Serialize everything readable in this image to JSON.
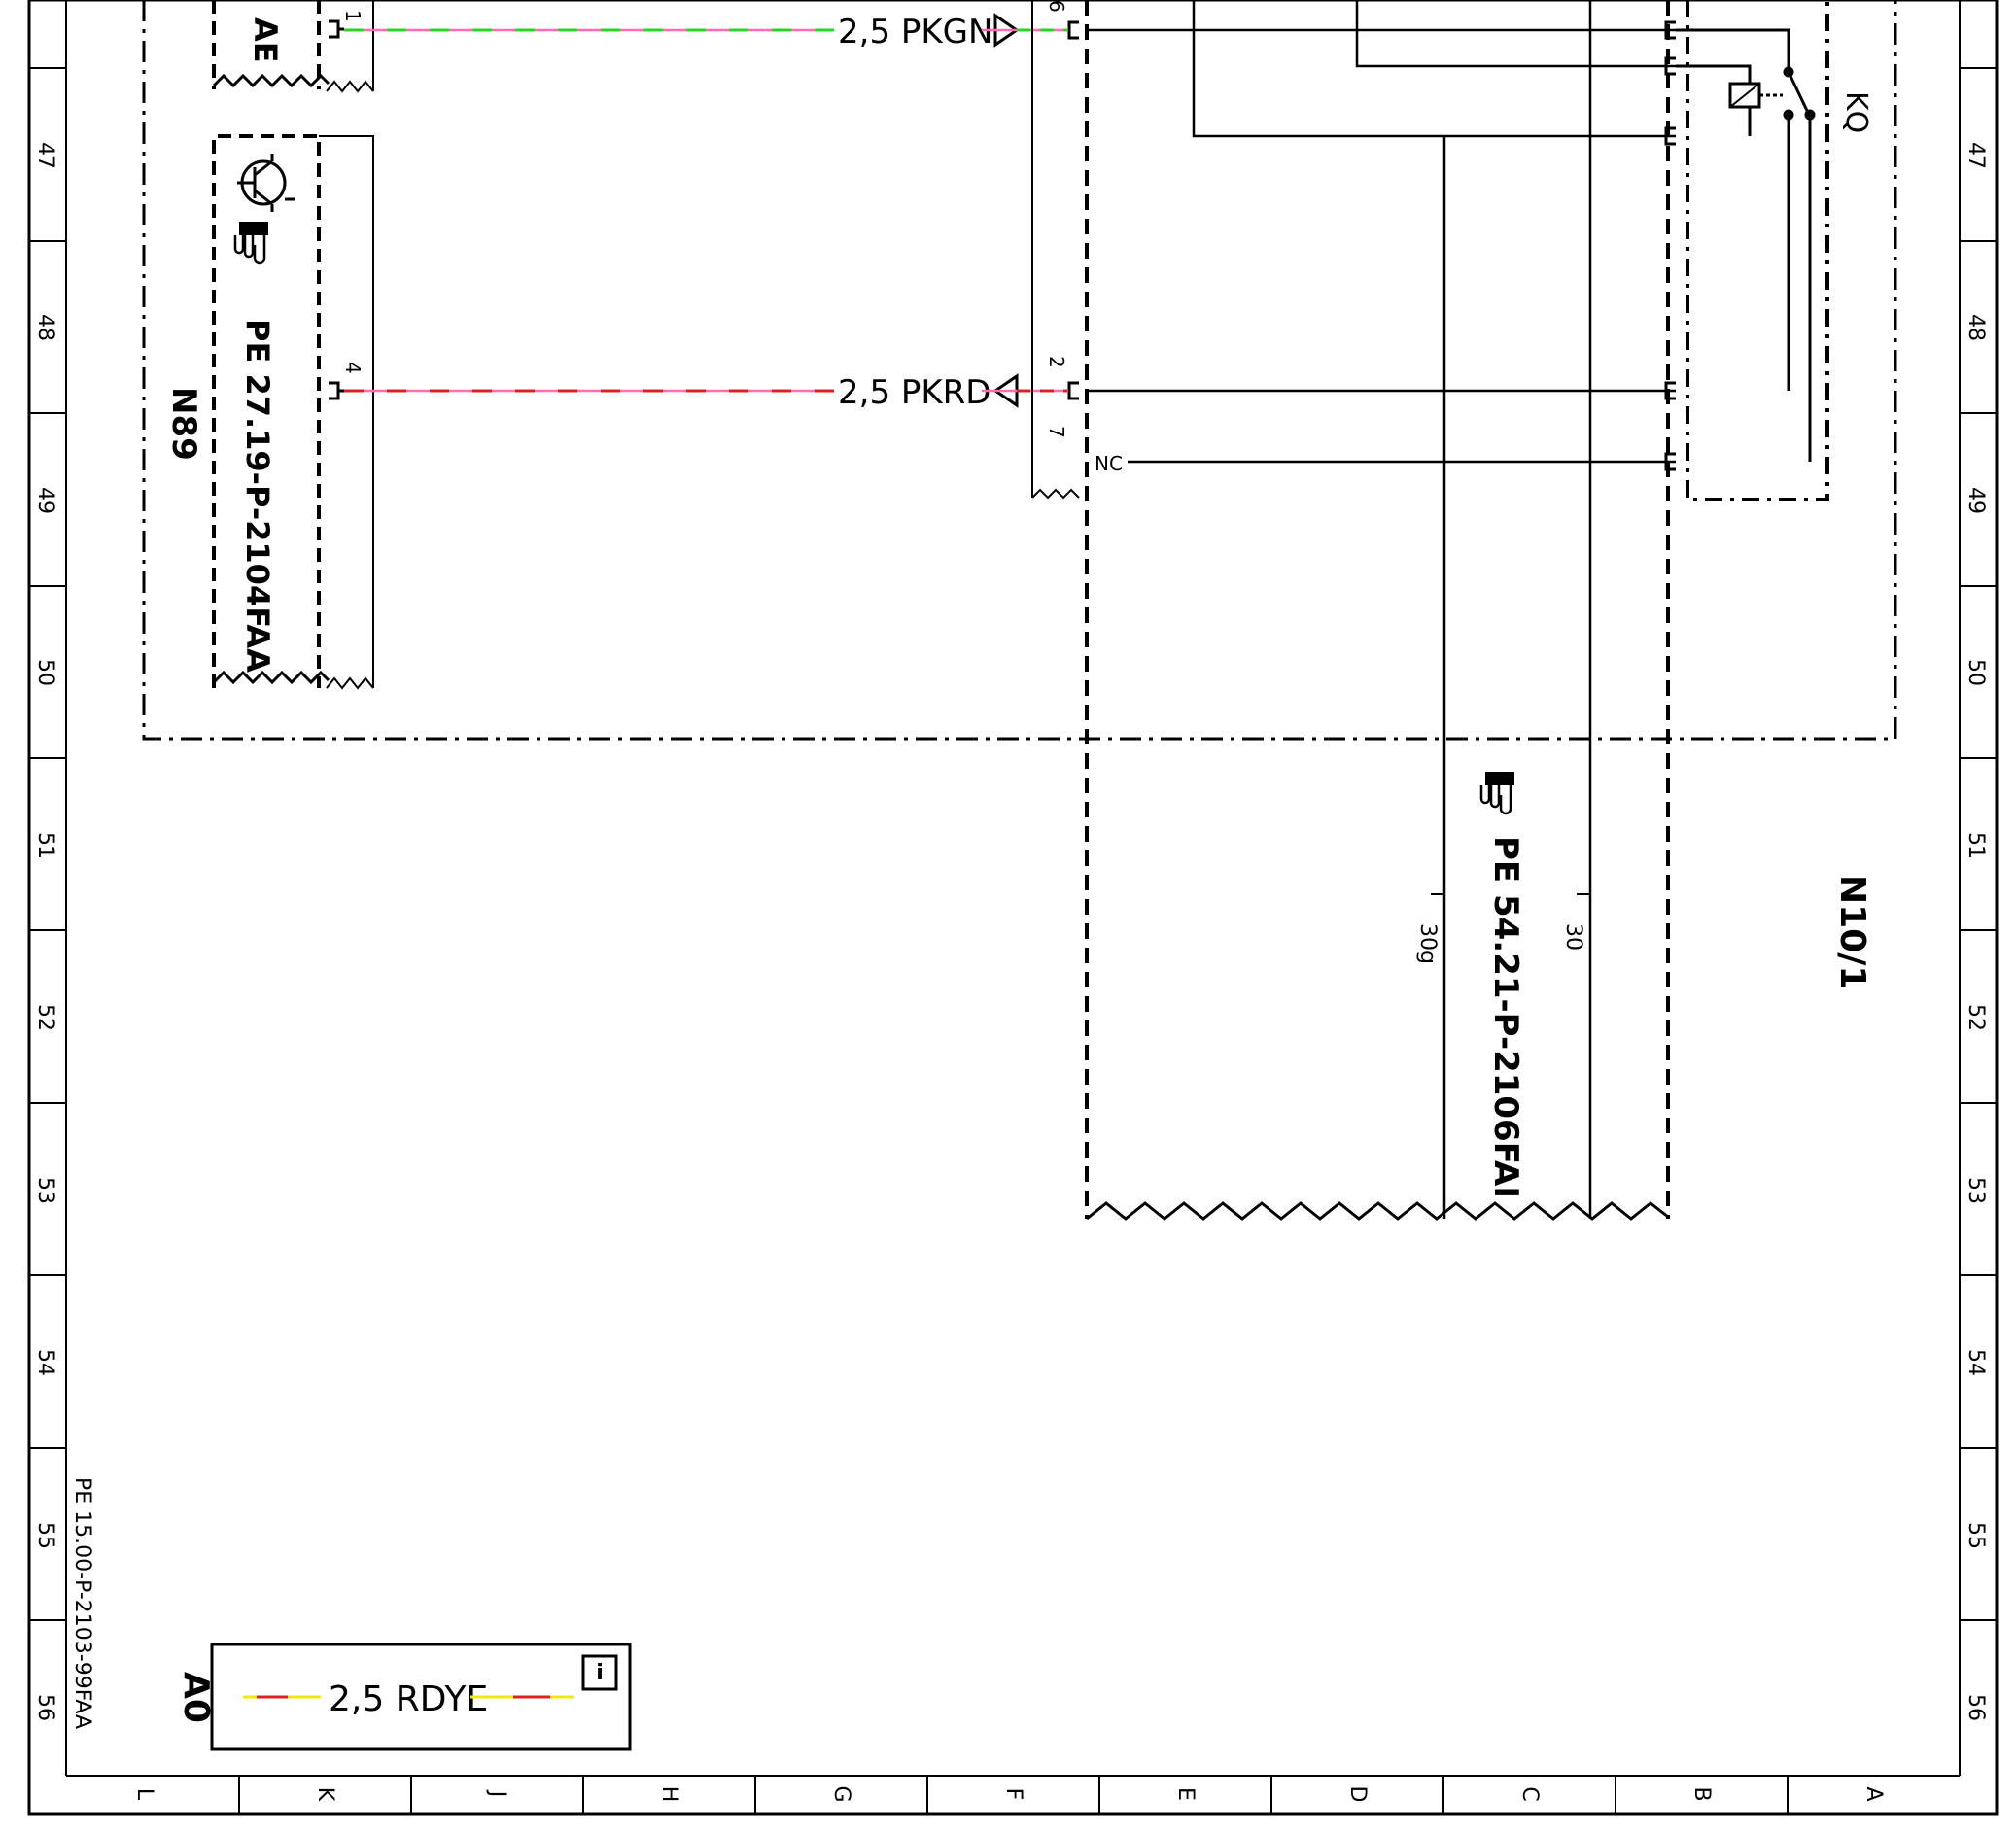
{
  "frame": {
    "row_numbers": [
      "47",
      "48",
      "49",
      "50",
      "51",
      "52",
      "53",
      "54",
      "55",
      "56"
    ],
    "col_letters": [
      "L",
      "K",
      "J",
      "H",
      "G",
      "F",
      "E",
      "D",
      "C",
      "B",
      "A"
    ]
  },
  "doc_ref": "PE 15.00-P-2103-99FAA",
  "modules": {
    "n89": "N89",
    "n10_1": "N10/1",
    "kq": "KQ",
    "ae": "AE",
    "ref_n89": "PE 27.19-P-2104FAA",
    "ref_n10": "PE 54.21-P-2106FAI"
  },
  "wires": {
    "pkgn": "2,5 PKGN",
    "pkrd": "2,5 PKRD",
    "rdye": "2,5 RDYE"
  },
  "pins": {
    "pin1": "1",
    "pin4": "4",
    "pin6": "6",
    "pin2": "2",
    "pin7": "7",
    "nc": "NC",
    "t30g": "30g",
    "t30": "30"
  },
  "legend": {
    "label": "A0",
    "icon_text": "i"
  },
  "colors": {
    "line": "#000000",
    "wire_pink": "#ff6fae",
    "wire_green": "#2ed12e",
    "wire_red": "#e02020",
    "wire_yellow": "#f5e800"
  }
}
